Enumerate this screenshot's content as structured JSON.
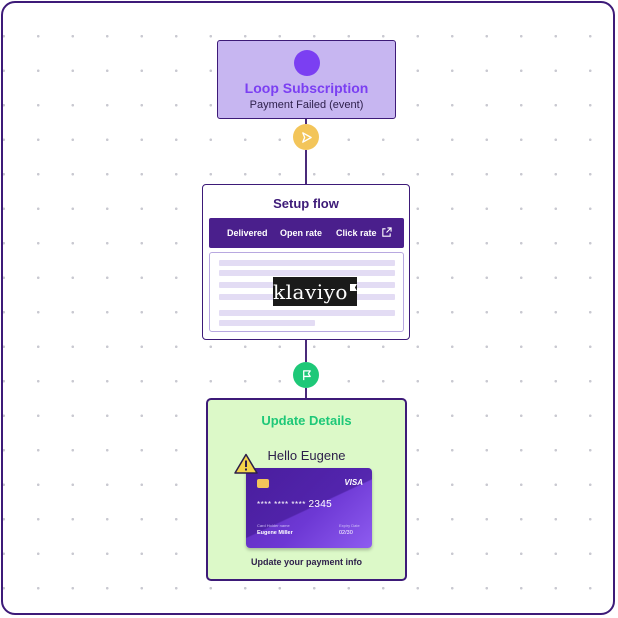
{
  "trigger": {
    "title": "Loop Subscription",
    "subtitle": "Payment Failed (event)"
  },
  "setup": {
    "title": "Setup flow",
    "metrics": [
      "Delivered",
      "Open rate",
      "Click rate"
    ],
    "logo": "klaviyo"
  },
  "update": {
    "title": "Update Details",
    "greeting": "Hello Eugene",
    "cta": "Update your payment info",
    "card": {
      "brand": "VISA",
      "number_mask": "**** **** ****",
      "last4": "2345",
      "holder_label": "Card Holder name",
      "holder": "Eugene Miller",
      "expiry_label": "Expiry Date",
      "expiry": "02/30"
    }
  },
  "icons": [
    "send-icon",
    "flag-icon",
    "external-link-icon",
    "warning-icon",
    "card-chip-icon"
  ],
  "colors": {
    "border": "#3d1a78",
    "trigger_bg": "#c7b6f1",
    "accent_purple": "#7b3ff2",
    "metrics_bar": "#4a1f8c",
    "send_badge": "#f3c55a",
    "flag_badge": "#1ec878",
    "update_bg": "#dcf9c8"
  }
}
